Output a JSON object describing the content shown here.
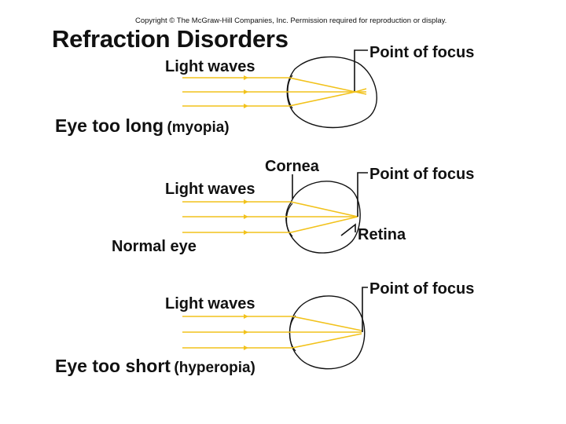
{
  "copyright": "Copyright © The McGraw-Hill Companies, Inc. Permission required for reproduction or display.",
  "title": "Refraction Disorders",
  "colors": {
    "light_ray": "#F2C21B",
    "line": "#111111"
  },
  "panels": [
    {
      "light_label": "Light waves",
      "focus_label": "Point of focus",
      "caption_main": "Eye too long",
      "caption_paren": "(myopia)"
    },
    {
      "light_label": "Light waves",
      "focus_label": "Point of focus",
      "cornea_label": "Cornea",
      "retina_label": "Retina",
      "caption_main": "Normal eye"
    },
    {
      "light_label": "Light waves",
      "focus_label": "Point of focus",
      "caption_main": "Eye too short",
      "caption_paren": "(hyperopia)"
    }
  ]
}
